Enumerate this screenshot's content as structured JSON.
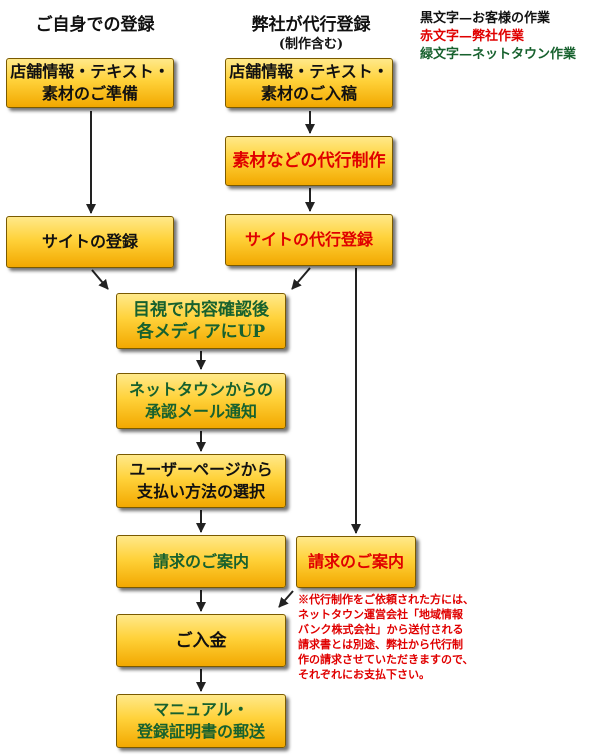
{
  "headers": {
    "self_registration": "ご自身での登録",
    "proxy_registration": "弊社が代行登録",
    "proxy_registration_sub": "(制作含む)"
  },
  "legend": {
    "black": "黒文字—お客様の作業",
    "red": "赤文字—弊社作業",
    "green": "緑文字—ネットタウン作業"
  },
  "colors": {
    "customer": "#111111",
    "company": "#e00000",
    "nettown": "#17612e",
    "box_top": "#ffe98a",
    "box_bottom": "#f2a800"
  },
  "boxes": {
    "prep_materials": "店舗情報・テキスト・\n素材のご準備",
    "submit_materials": "店舗情報・テキスト・\n素材のご入稿",
    "proxy_production": "素材などの代行制作",
    "site_registration": "サイトの登録",
    "proxy_site_registration": "サイトの代行登録",
    "visual_check_upload": "目視で内容確認後\n各メディアにUP",
    "approval_mail": "ネットタウンからの\n承認メール通知",
    "select_payment": "ユーザーページから\n支払い方法の選択",
    "invoice_nettown": "請求のご案内",
    "invoice_company": "請求のご案内",
    "payment": "ご入金",
    "send_manual": "マニュアル・\n登録証明書の郵送"
  },
  "note": "※代行制作をご依頼された方には、\nネットタウン運営会社「地域情報\nバンク株式会社」から送付される\n請求書とは別途、弊社から代行制\n作の請求させていただきますので、\nそれぞれにお支払下さい。"
}
